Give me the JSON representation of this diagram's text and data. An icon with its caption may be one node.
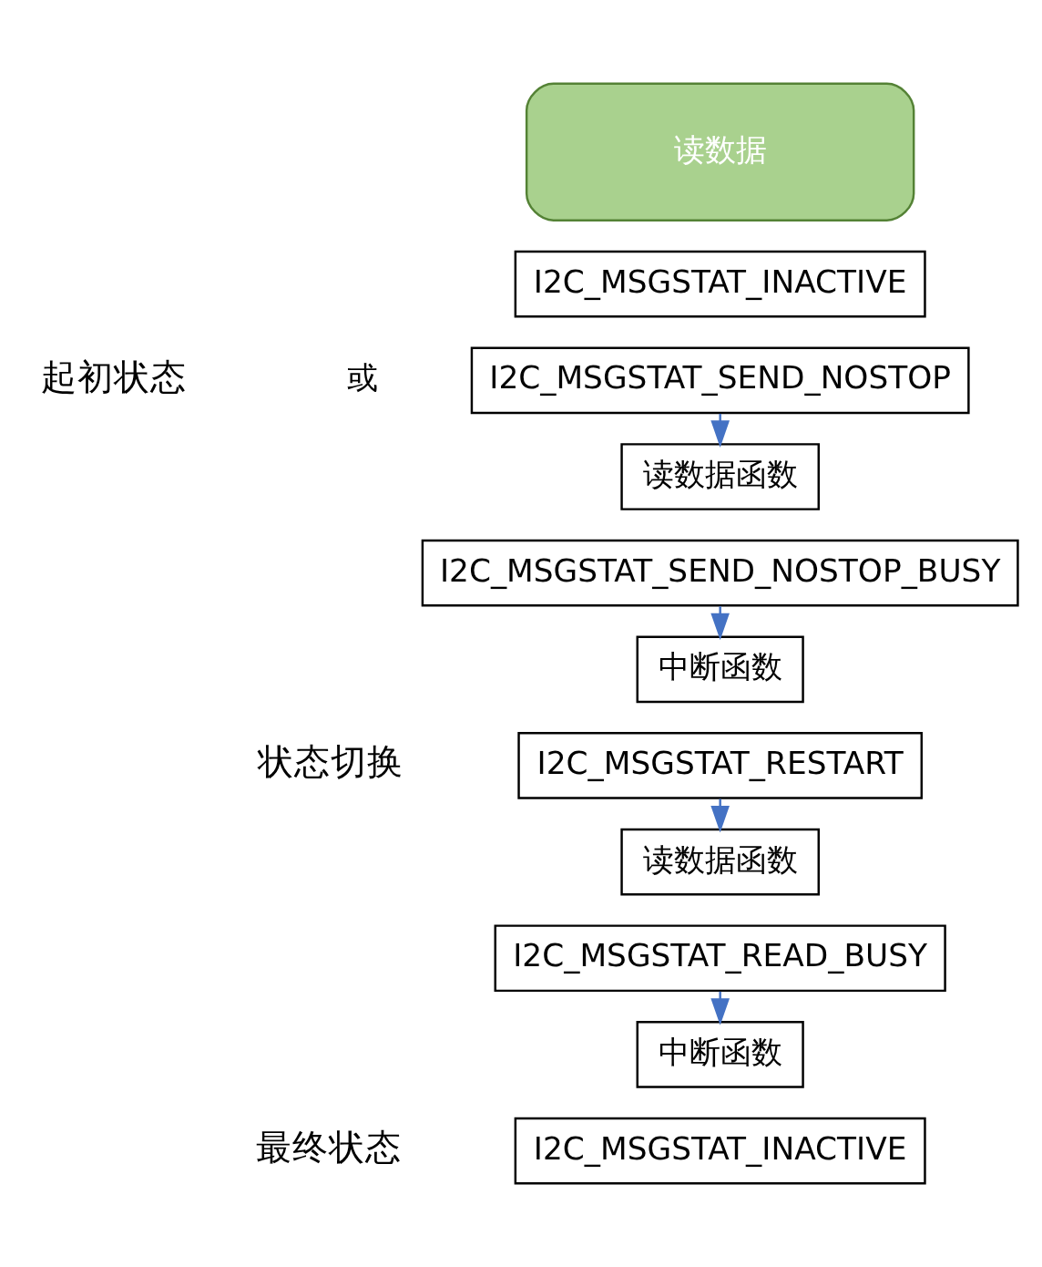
{
  "diagram": {
    "nodes": [
      {
        "text": [
          "读数据"
        ]
      },
      {
        "text": [
          "I2C_MSGSTAT_INACTIVE"
        ]
      },
      {
        "text": [
          "I2C_MSGSTAT_SEND_NOSTOP"
        ],
        "beside": [
          "或"
        ]
      },
      {
        "text": [
          "读数据函数"
        ]
      },
      {
        "text": [
          "I2C_MSGSTAT_SEND_NOSTOP_BUSY"
        ]
      },
      {
        "text": [
          "中断函数"
        ]
      },
      {
        "text": [
          "I2C_MSGSTAT_RESTART"
        ]
      },
      {
        "text": [
          "读数据函数"
        ]
      },
      {
        "text": [
          "I2C_MSGSTAT_READ_BUSY"
        ]
      },
      {
        "text": [
          "中断函数"
        ]
      },
      {
        "text": [
          "I2C_MSGSTAT_INACTIVE"
        ]
      }
    ],
    "edges": [
      {
        "from": 2,
        "to": 3,
        "arrow": "to"
      },
      {
        "from": 4,
        "to": 5,
        "arrow": "to"
      },
      {
        "from": 6,
        "to": 7,
        "arrow": "to"
      },
      {
        "from": 8,
        "to": 9,
        "arrow": "to"
      }
    ],
    "labels": [
      "起初状态",
      "状态切换",
      "最终状态"
    ]
  }
}
